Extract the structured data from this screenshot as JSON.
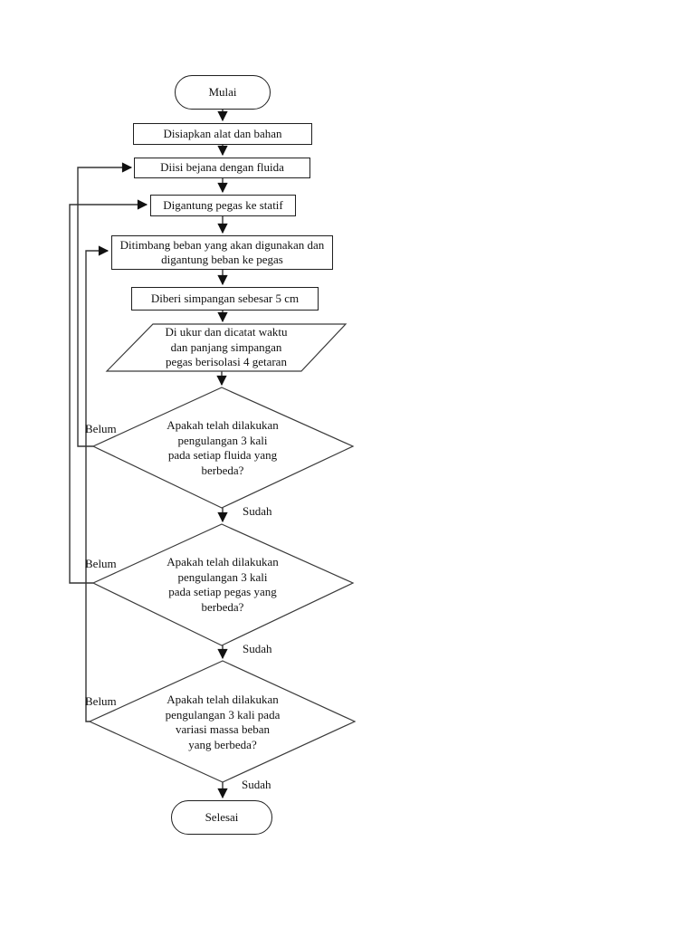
{
  "flowchart": {
    "nodes": {
      "start": {
        "type": "terminator",
        "label": "Mulai"
      },
      "prepare": {
        "type": "process",
        "label": "Disiapkan alat dan bahan"
      },
      "fill_vessel": {
        "type": "process",
        "label": "Diisi bejana dengan fluida"
      },
      "hang_spring": {
        "type": "process",
        "label": "Digantung pegas ke statif"
      },
      "weigh_load": {
        "type": "process",
        "label": "Ditimbang beban yang akan digunakan dan\ndigantung beban ke pegas"
      },
      "displacement": {
        "type": "process",
        "label": "Diberi simpangan sebesar 5 cm"
      },
      "measure": {
        "type": "input_output",
        "label": "Di ukur dan dicatat waktu\ndan panjang simpangan\npegas berisolasi 4 getaran"
      },
      "check_fluid": {
        "type": "decision",
        "label": "Apakah telah dilakukan\npengulangan 3 kali\npada setiap fluida yang\nberbeda?"
      },
      "check_spring": {
        "type": "decision",
        "label": "Apakah telah dilakukan\npengulangan 3 kali\npada setiap pegas yang\nberbeda?"
      },
      "check_mass": {
        "type": "decision",
        "label": "Apakah telah dilakukan\npengulangan 3 kali pada\nvariasi massa beban\nyang berbeda?"
      },
      "end": {
        "type": "terminator",
        "label": "Selesai"
      }
    },
    "edge_labels": {
      "no": "Belum",
      "yes": "Sudah"
    },
    "colors": {
      "background": "#ffffff",
      "line": "#333333",
      "shape_border": "#1f1f1f",
      "text": "#111111"
    }
  }
}
